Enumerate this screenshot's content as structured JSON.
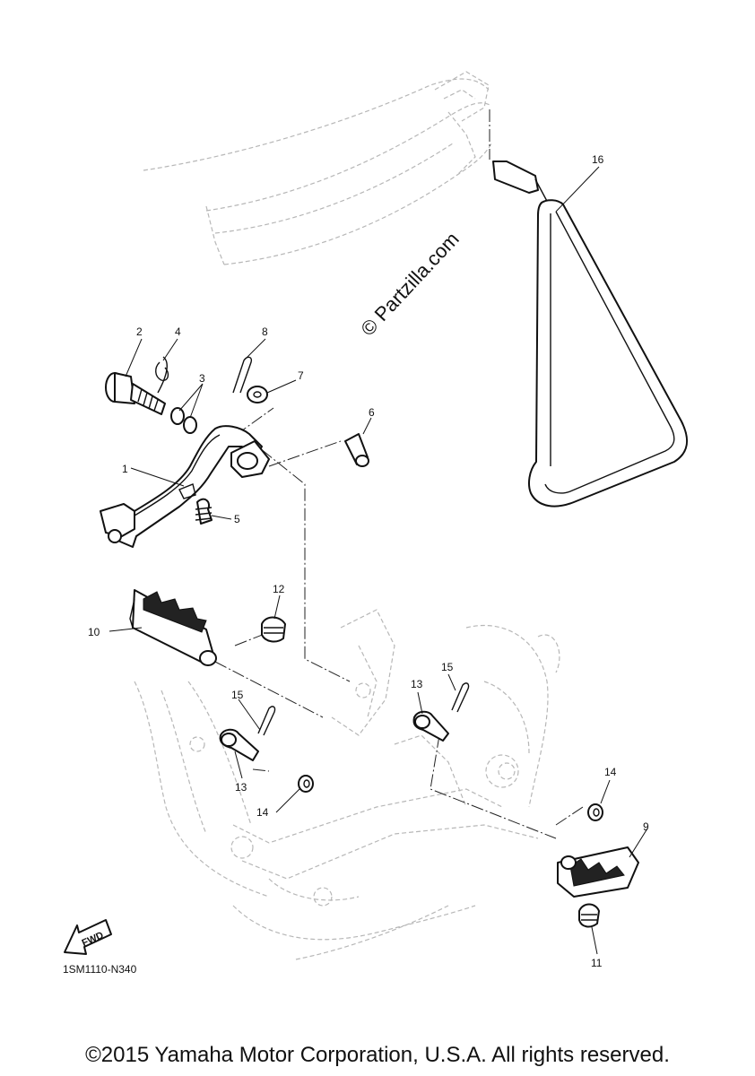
{
  "watermark": "© Partzilla.com",
  "diagram_code": "1SM1110-N340",
  "fwd_label": "FWD",
  "copyright": "©2015 Yamaha Motor Corporation, U.S.A. All rights reserved.",
  "callouts": {
    "c1": "1",
    "c2": "2",
    "c3": "3",
    "c4": "4",
    "c5": "5",
    "c6": "6",
    "c7": "7",
    "c8": "8",
    "c9": "9",
    "c10": "10",
    "c11": "11",
    "c12": "12",
    "c13a": "13",
    "c13b": "13",
    "c14a": "14",
    "c14b": "14",
    "c15a": "15",
    "c15b": "15",
    "c16": "16"
  }
}
